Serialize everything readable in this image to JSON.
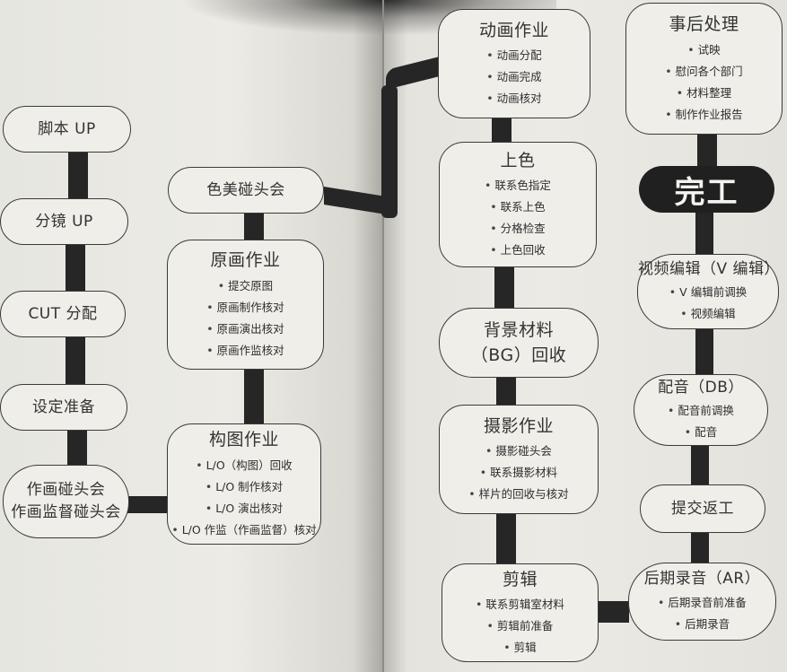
{
  "diagram": {
    "left_column": [
      {
        "title": "脚本 UP"
      },
      {
        "title": "分镜 UP"
      },
      {
        "title": "CUT 分配"
      },
      {
        "title": "设定准备"
      },
      {
        "title_lines": [
          "作画碰头会",
          "作画监督碰头会"
        ]
      }
    ],
    "middle_column": {
      "color_meeting": {
        "title": "色美碰头会"
      },
      "key_animation": {
        "title": "原画作业",
        "items": [
          "提交原图",
          "原画制作核对",
          "原画演出核对",
          "原画作监核对"
        ]
      },
      "layout": {
        "title": "构图作业",
        "items": [
          "L/O（构图）回收",
          "L/O 制作核对",
          "L/O 演出核对",
          "L/O 作监（作画监督）核对"
        ]
      }
    },
    "right_column_a": {
      "inbetween": {
        "title": "动画作业",
        "items": [
          "动画分配",
          "动画完成",
          "动画核对"
        ]
      },
      "coloring": {
        "title": "上色",
        "items": [
          "联系色指定",
          "联系上色",
          "分格检查",
          "上色回收"
        ]
      },
      "background": {
        "title_lines": [
          "背景材料",
          "（BG）回收"
        ]
      },
      "photography": {
        "title": "摄影作业",
        "items": [
          "摄影碰头会",
          "联系摄影材料",
          "样片的回收与核对"
        ]
      },
      "editing": {
        "title": "剪辑",
        "items": [
          "联系剪辑室材料",
          "剪辑前准备",
          "剪辑"
        ]
      }
    },
    "right_column_b": {
      "post_processing": {
        "title": "事后处理",
        "items": [
          "试映",
          "慰问各个部门",
          "材料整理",
          "制作作业报告"
        ]
      },
      "completion": {
        "title": "完工"
      },
      "video_edit": {
        "title": "视频编辑（V 编辑）",
        "items": [
          "V 编辑前调换",
          "视频编辑"
        ]
      },
      "dubbing": {
        "title": "配音（DB）",
        "items": [
          "配音前调换",
          "配音"
        ]
      },
      "submit_return": {
        "title": "提交返工"
      },
      "after_recording": {
        "title": "后期录音（AR）",
        "items": [
          "后期录音前准备",
          "后期录音"
        ]
      }
    }
  },
  "colors": {
    "connector": "#262626",
    "paper": "#eceae4",
    "node_border": "#3a3a3a",
    "done_bg": "#202020"
  }
}
